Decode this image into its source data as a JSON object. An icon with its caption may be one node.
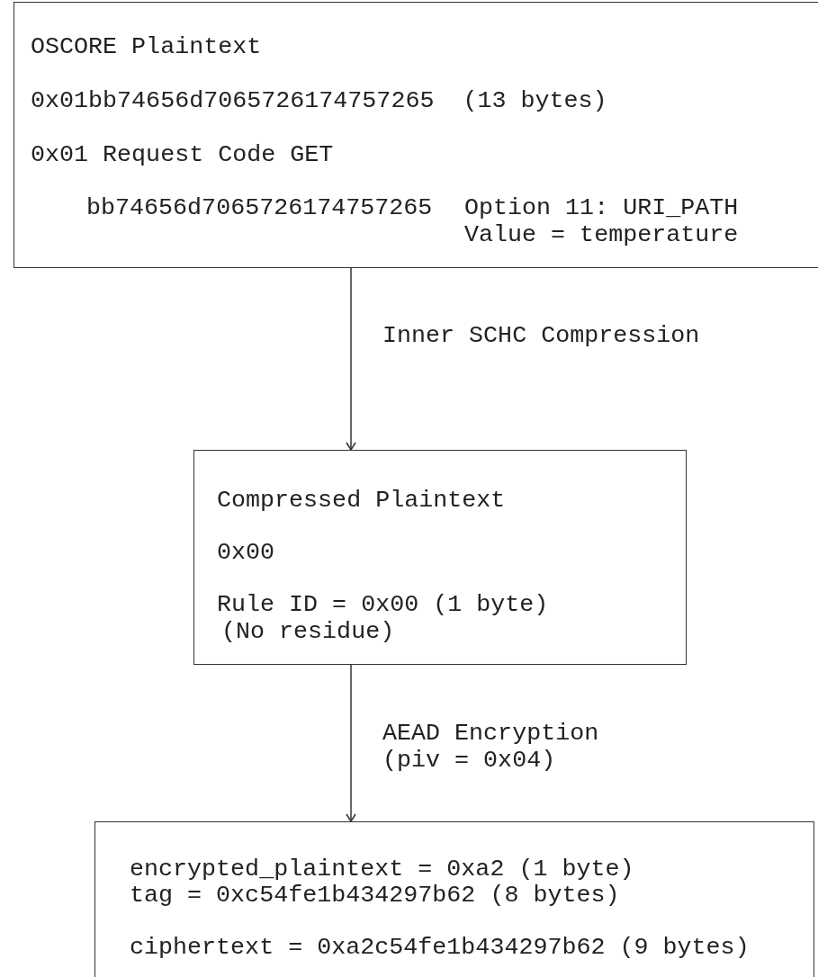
{
  "diagram": {
    "nodes": [
      {
        "text": [
          "OSCORE Plaintext",
          "0x01bb74656d7065726174757265  (13 bytes)",
          "0x01 Request Code GET",
          "bb74656d7065726174757265",
          "Option 11: URI_PATH Value = temperature"
        ]
      },
      {
        "text": [
          "Compressed Plaintext",
          "0x00",
          "Rule ID = 0x00 (1 byte)",
          "(No residue)"
        ]
      },
      {
        "text": [
          "encrypted_plaintext = 0xa2 (1 byte)",
          "tag = 0xc54fe1b434297b62 (8 bytes)",
          "ciphertext = 0xa2c54fe1b434297b62 (9 bytes)"
        ]
      }
    ],
    "edges": [
      {
        "from": 0,
        "to": 1,
        "arrow": "to",
        "label": "Inner SCHC Compression"
      },
      {
        "from": 1,
        "to": 2,
        "arrow": "to",
        "label": "AEAD Encryption (piv = 0x04)"
      }
    ]
  }
}
